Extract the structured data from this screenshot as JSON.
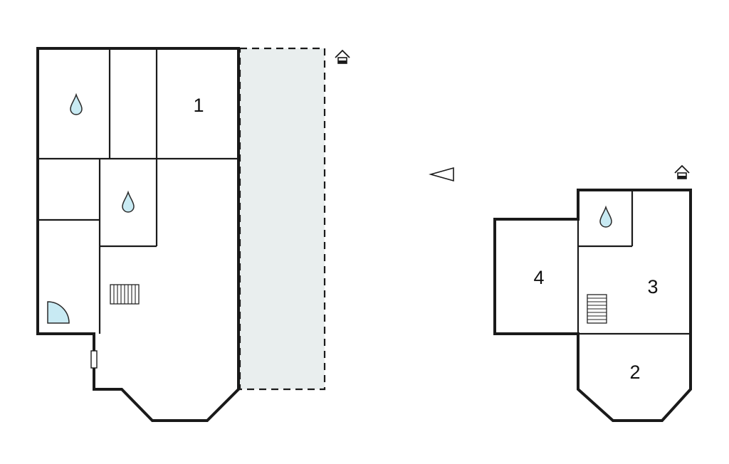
{
  "rooms": {
    "room_1": "1",
    "room_2": "2",
    "room_3": "3",
    "room_4": "4"
  },
  "icons": {
    "bathroom": "water-drop-icon",
    "entrance": "house-icon",
    "north": "direction-arrow-icon",
    "shower": "shower-quarter-icon",
    "stairs": "stairs-icon"
  },
  "colors": {
    "wall": "#1a1a1a",
    "terrace_fill": "#e9eeee",
    "water_fill": "#c8eaf3",
    "water_stroke": "#2a2a2a"
  }
}
